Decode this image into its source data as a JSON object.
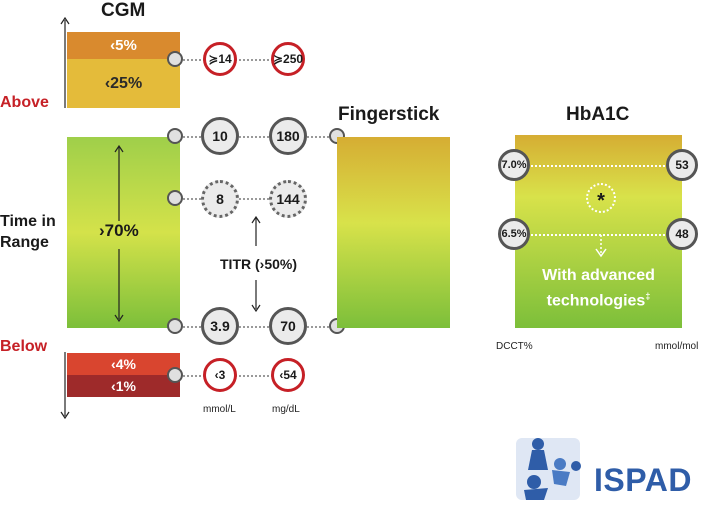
{
  "cgm": {
    "title": "CGM",
    "above_label": "Above",
    "tir_label_line1": "Time in",
    "tir_label_line2": "Range",
    "below_label": "Below",
    "above_high_pct": "‹5%",
    "above_pct": "‹25%",
    "tir_pct": "›70%",
    "below_pct": "‹4%",
    "below_low_pct": "‹1%"
  },
  "glucose_values": {
    "very_high_mmol": "≽14",
    "very_high_mgdl": "≽250",
    "high_mmol": "10",
    "high_mgdl": "180",
    "target_mmol": "8",
    "target_mgdl": "144",
    "titr_label": "TITR (›50%)",
    "low_mmol": "3.9",
    "low_mgdl": "70",
    "very_low_mmol": "‹3",
    "very_low_mgdl": "‹54",
    "unit_mmol": "mmol/L",
    "unit_mgdl": "mg/dL"
  },
  "fingerstick": {
    "title": "Fingerstick"
  },
  "hba1c": {
    "title": "HbA1C",
    "upper_dcct": "7.0%",
    "upper_mmol": "53",
    "lower_dcct": "6.5%",
    "lower_mmol": "48",
    "asterisk": "*",
    "advanced_line1": "With advanced",
    "advanced_line2": "technologies",
    "advanced_mark": "‡",
    "unit_dcct": "DCCT%",
    "unit_mmolmol": "mmol/mol"
  },
  "logo": {
    "text": "ISPAD"
  },
  "colors": {
    "red": "#c62026",
    "orange": "#d98a2e",
    "yellow": "#e4bb3a",
    "green_top": "#9fcf4a",
    "green_mid": "#d4e24a",
    "dark_red": "#9e2a2a",
    "red_orange": "#d9452f",
    "logo_blue": "#2f5da8"
  }
}
